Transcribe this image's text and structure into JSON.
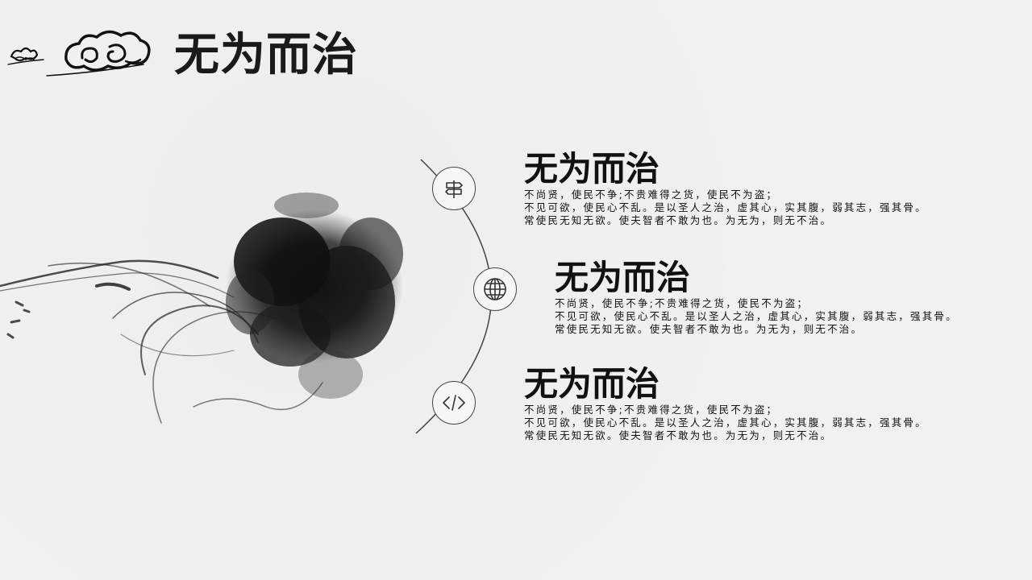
{
  "page_title": "无为而治",
  "items": [
    {
      "icon": "signpost-icon",
      "heading": "无为而治",
      "lines": [
        "不尚贤，使民不争;不贵难得之货，使民不为盗；",
        "不见可欲，使民心不乱。是以圣人之治，虚其心，实其腹，弱其志，强其骨。",
        "常使民无知无欲。使夫智者不敢为也。为无为，则无不治。"
      ]
    },
    {
      "icon": "globe-icon",
      "heading": "无为而治",
      "lines": [
        "不尚贤，使民不争;不贵难得之货，使民不为盗；",
        "不见可欲，使民心不乱。是以圣人之治，虚其心，实其腹，弱其志，强其骨。",
        "常使民无知无欲。使夫智者不敢为也。为无为，则无不治。"
      ]
    },
    {
      "icon": "code-icon",
      "heading": "无为而治",
      "lines": [
        "不尚贤，使民不争;不贵难得之货，使民不为盗；",
        "不见可欲，使民心不乱。是以圣人之治，虚其心，实其腹，弱其志，强其骨。",
        "常使民无知无欲。使夫智者不敢为也。为无为，则无不治。"
      ]
    }
  ],
  "colors": {
    "ink": "#111111",
    "paper": "#f1f1f1",
    "line": "#444444"
  }
}
